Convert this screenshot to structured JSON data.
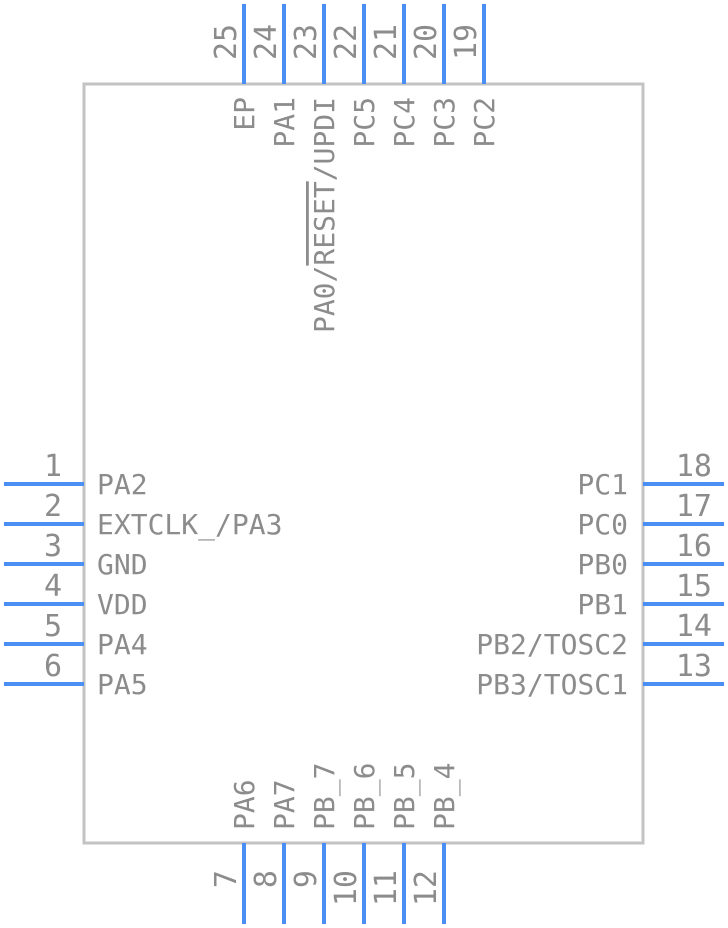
{
  "colors": {
    "body_outline": "#c3c3c3",
    "pin_line": "#4b8ff5",
    "text": "#8c8c8c"
  },
  "left_pins": [
    {
      "number": "1",
      "label": "PA2"
    },
    {
      "number": "2",
      "label": "EXTCLK_/PA3"
    },
    {
      "number": "3",
      "label": "GND"
    },
    {
      "number": "4",
      "label": "VDD"
    },
    {
      "number": "5",
      "label": "PA4"
    },
    {
      "number": "6",
      "label": "PA5"
    }
  ],
  "right_pins": [
    {
      "number": "18",
      "label": "PC1"
    },
    {
      "number": "17",
      "label": "PC0"
    },
    {
      "number": "16",
      "label": "PB0"
    },
    {
      "number": "15",
      "label": "PB1"
    },
    {
      "number": "14",
      "label": "PB2/TOSC2"
    },
    {
      "number": "13",
      "label": "PB3/TOSC1"
    }
  ],
  "top_pins": [
    {
      "number": "25",
      "label": "EP"
    },
    {
      "number": "24",
      "label": "PA1"
    },
    {
      "number": "23",
      "label": "PA0/RESET/UPDI",
      "overline": "RESET"
    },
    {
      "number": "22",
      "label": "PC5"
    },
    {
      "number": "21",
      "label": "PC4"
    },
    {
      "number": "20",
      "label": "PC3"
    },
    {
      "number": "19",
      "label": "PC2"
    }
  ],
  "bottom_pins": [
    {
      "number": "7",
      "label": "PA6"
    },
    {
      "number": "8",
      "label": "PA7"
    },
    {
      "number": "9",
      "label": "PB_7"
    },
    {
      "number": "10",
      "label": "PB_6"
    },
    {
      "number": "11",
      "label": "PB_5"
    },
    {
      "number": "12",
      "label": "PB_4"
    }
  ]
}
